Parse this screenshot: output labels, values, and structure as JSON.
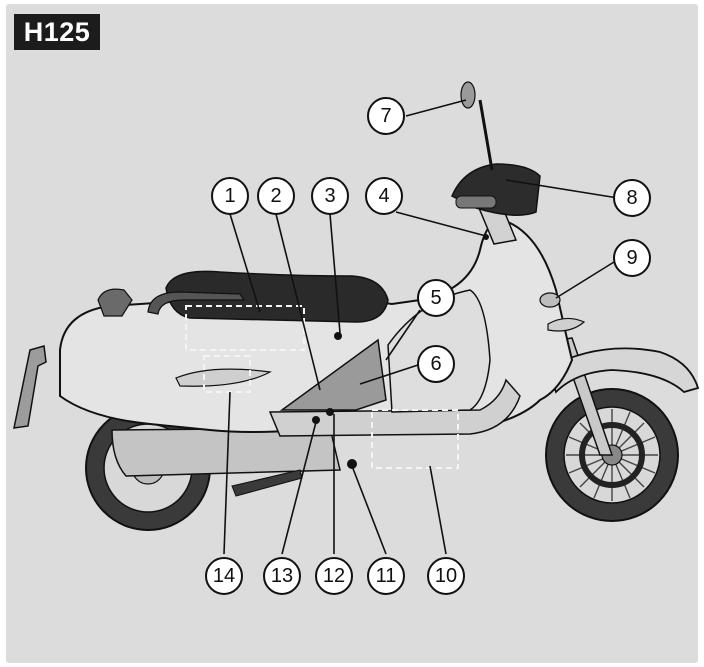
{
  "title": "H125",
  "colors": {
    "background": "#dcdcdc",
    "badge": "#1c1c1c",
    "badge_text": "#ffffff",
    "line": "#1a1a1a"
  },
  "callouts": [
    {
      "id": 1,
      "label": "1"
    },
    {
      "id": 2,
      "label": "2"
    },
    {
      "id": 3,
      "label": "3"
    },
    {
      "id": 4,
      "label": "4"
    },
    {
      "id": 5,
      "label": "5"
    },
    {
      "id": 6,
      "label": "6"
    },
    {
      "id": 7,
      "label": "7"
    },
    {
      "id": 8,
      "label": "8"
    },
    {
      "id": 9,
      "label": "9"
    },
    {
      "id": 10,
      "label": "10"
    },
    {
      "id": 11,
      "label": "11"
    },
    {
      "id": 12,
      "label": "12"
    },
    {
      "id": 13,
      "label": "13"
    },
    {
      "id": 14,
      "label": "14"
    }
  ]
}
